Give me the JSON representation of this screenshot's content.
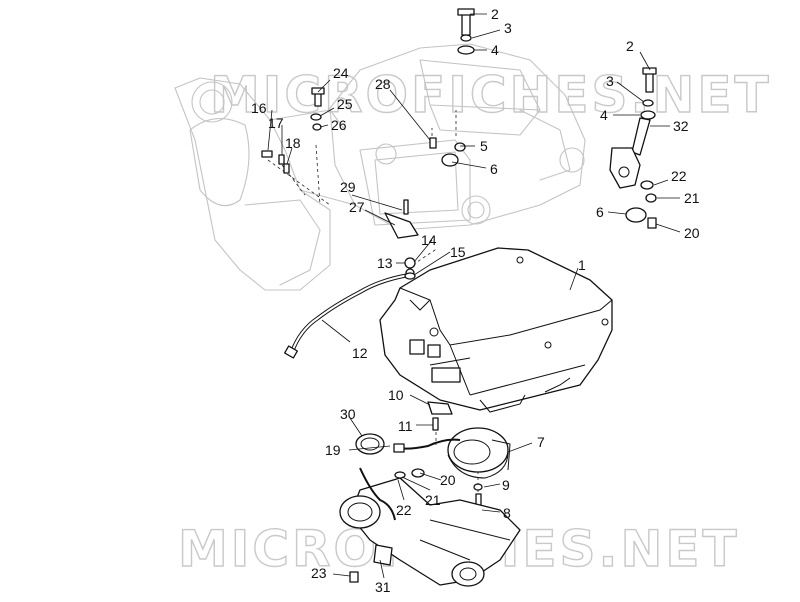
{
  "watermark": {
    "text": "MICROFICHES.NET"
  },
  "callouts": {
    "c1": "1",
    "c2a": "2",
    "c3a": "3",
    "c4a": "4",
    "c5": "5",
    "c6a": "6",
    "c2b": "2",
    "c3b": "3",
    "c4b": "4",
    "c32": "32",
    "c22a": "22",
    "c21a": "21",
    "c6b": "6",
    "c20a": "20",
    "c24": "24",
    "c25": "25",
    "c26": "26",
    "c28": "28",
    "c16": "16",
    "c17": "17",
    "c18": "18",
    "c29": "29",
    "c27": "27",
    "c14": "14",
    "c15": "15",
    "c13": "13",
    "c12": "12",
    "c10": "10",
    "c11": "11",
    "c7": "7",
    "c30": "30",
    "c19": "19",
    "c20b": "20",
    "c21b": "21",
    "c22b": "22",
    "c9": "9",
    "c8": "8",
    "c23": "23",
    "c31": "31"
  }
}
